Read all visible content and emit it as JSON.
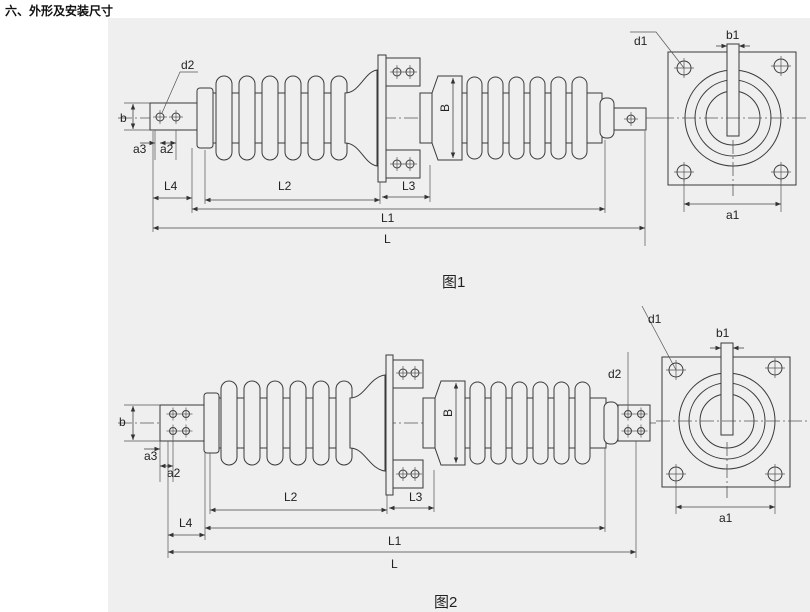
{
  "heading": "六、外形及安装尺寸",
  "fig1": {
    "caption": "图1",
    "labels": {
      "d2": "d2",
      "b": "b",
      "a3": "a3",
      "a2": "a2",
      "L4": "L4",
      "L2": "L2",
      "L1": "L1",
      "L": "L",
      "B": "B",
      "L3": "L3",
      "d1": "d1",
      "b1": "b1",
      "a1": "a1"
    }
  },
  "fig2": {
    "caption": "图2",
    "labels": {
      "b": "b",
      "a3": "a3",
      "a2": "a2",
      "L4": "L4",
      "L2": "L2",
      "L1": "L1",
      "L": "L",
      "B": "B",
      "L3": "L3",
      "d1": "d1",
      "b1": "b1",
      "d2": "d2",
      "a1": "a1"
    }
  }
}
